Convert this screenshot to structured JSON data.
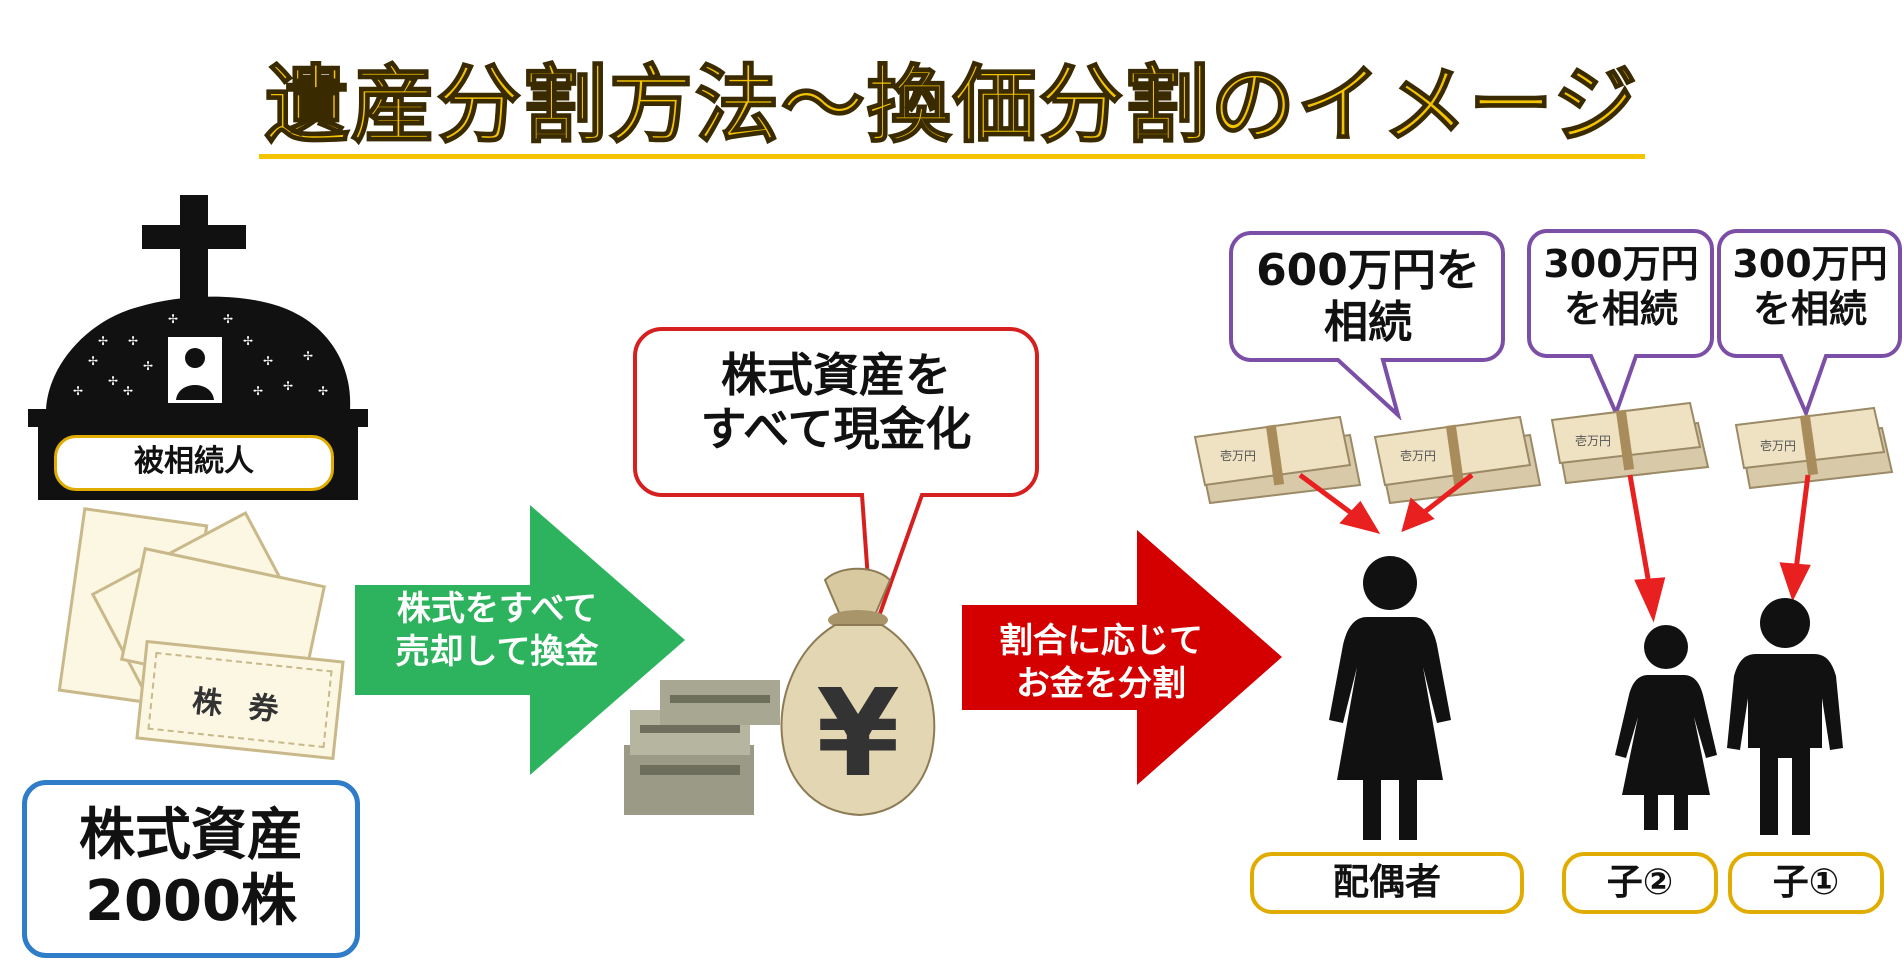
{
  "title": "遺産分割方法～換価分割のイメージ",
  "decedent_label": "被相続人",
  "stock_asset": {
    "line1": "株式資産",
    "line2": "2000株"
  },
  "certificate_text": "株 券",
  "arrow_sell": {
    "line1": "株式をすべて",
    "line2": "売却して換金"
  },
  "bubble_cash": {
    "line1": "株式資産を",
    "line2": "すべて現金化"
  },
  "arrow_divide": {
    "line1": "割合に応じて",
    "line2": "お金を分割"
  },
  "bubble_spouse": {
    "line1": "600万円を",
    "line2": "相続"
  },
  "bubble_child2": {
    "line1": "300万円",
    "line2": "を相続"
  },
  "bubble_child1": {
    "line1": "300万円",
    "line2": "を相続"
  },
  "heirs": {
    "spouse": "配偶者",
    "child2": "子②",
    "child1": "子①"
  },
  "yen_symbol": "¥",
  "banknote_text": "壱万円",
  "colors": {
    "title": "#f5c400",
    "green_arrow": "#2db35d",
    "red_arrow": "#d40000",
    "bubble_red_border": "#d62020",
    "bubble_purple_border": "#7b4fa5",
    "pill_border": "#e0ac00",
    "stock_border": "#2f7cc9"
  }
}
